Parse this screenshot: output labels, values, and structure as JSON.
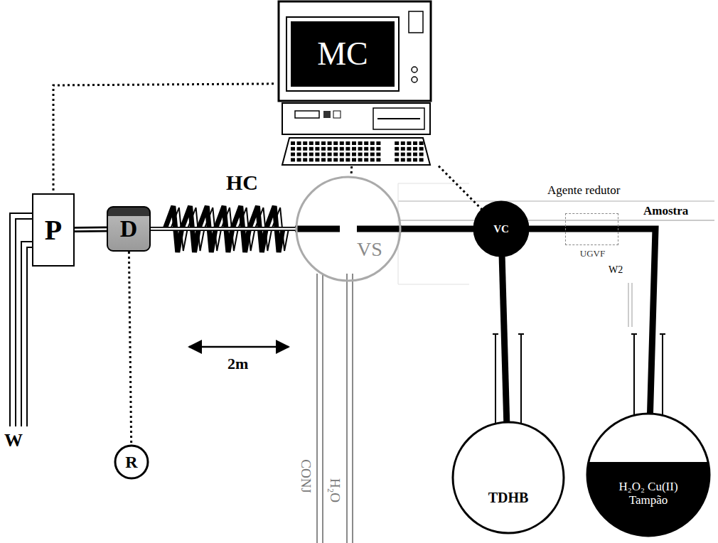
{
  "diagram": {
    "nodes": [
      {
        "text": [
          "MC"
        ]
      },
      {
        "text": [
          "P"
        ]
      },
      {
        "text": [
          "D"
        ]
      },
      {
        "text": [
          "R"
        ]
      },
      {
        "text": [
          "VS"
        ]
      },
      {
        "text": [
          "VC"
        ]
      },
      {
        "text": [
          "UGVF"
        ]
      },
      {
        "text": [
          "TDHB"
        ]
      },
      {
        "text": [
          "H₂O₂ Cu(II) Tampão"
        ]
      }
    ],
    "edges": [
      {
        "from": 0,
        "to": 1,
        "arrow": "none"
      },
      {
        "from": 2,
        "to": 3,
        "arrow": "none"
      },
      {
        "from": 0,
        "to": 4,
        "arrow": "none"
      },
      {
        "from": 0,
        "to": 5,
        "arrow": "none"
      },
      {
        "from": 1,
        "to": 2,
        "arrow": "none"
      },
      {
        "from": 2,
        "to": 4,
        "arrow": "none"
      },
      {
        "from": 4,
        "to": 5,
        "arrow": "none"
      },
      {
        "from": 5,
        "to": 7,
        "arrow": "none"
      },
      {
        "from": 5,
        "to": 8,
        "arrow": "none"
      }
    ],
    "labels": [
      "HC",
      "2m",
      "W",
      "W2",
      "Agente redutor",
      "Amostra",
      "CONJ",
      "H₂O"
    ]
  }
}
